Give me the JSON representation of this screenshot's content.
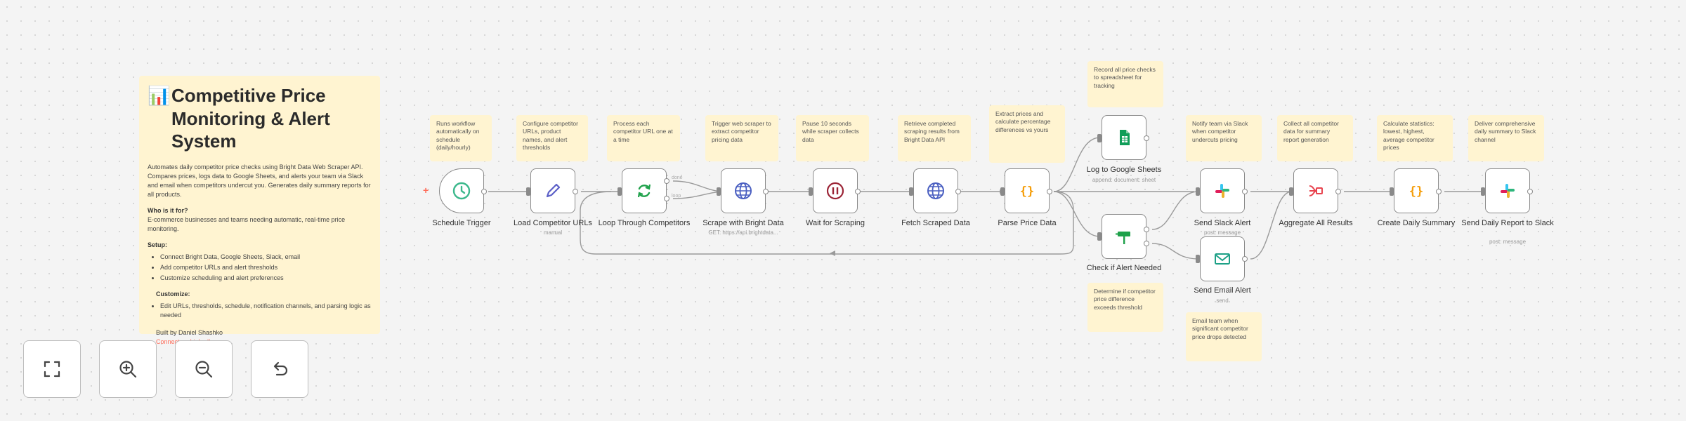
{
  "main_note": {
    "emoji": "📊",
    "title": "Competitive Price Monitoring & Alert System",
    "description": "Automates daily competitor price checks using Bright Data Web Scraper API. Compares prices, logs data to Google Sheets, and alerts your team via Slack and email when competitors undercut you. Generates daily summary reports for all products.",
    "who_heading": "Who is it for?",
    "who_text": "E-commerce businesses and teams needing automatic, real-time price monitoring.",
    "setup_heading": "Setup:",
    "setup_items": [
      "Connect Bright Data, Google Sheets, Slack, email",
      "Add competitor URLs and alert thresholds",
      "Customize scheduling and alert preferences"
    ],
    "customize_heading": "Customize:",
    "customize_items": [
      "Edit URLs, thresholds, schedule, notification channels, and parsing logic as needed"
    ],
    "author": "Built by Daniel Shashko",
    "author_link": "Connect on LinkedIn"
  },
  "notes": {
    "schedule": "Runs workflow automatically on schedule (daily/hourly)",
    "configure": "Configure competitor URLs, product names, and alert thresholds",
    "loop": "Process each competitor URL one at a time",
    "scrape": "Trigger web scraper to extract competitor pricing data",
    "wait": "Pause 10 seconds while scraper collects data",
    "fetch": "Retrieve completed scraping results from Bright Data API",
    "parse": "Extract prices and calculate percentage differences vs yours",
    "log": "Record all price checks to spreadsheet for tracking",
    "check": "Determine if competitor price difference exceeds threshold",
    "slack": "Notify team via Slack when competitor undercuts pricing",
    "email": "Email team when significant competitor price drops detected",
    "aggregate": "Collect all competitor data for summary report generation",
    "summary": "Calculate statistics: lowest, highest, average competitor prices",
    "report": "Deliver comprehensive daily summary to Slack channel"
  },
  "nodes": {
    "schedule": {
      "label": "Schedule Trigger",
      "icon": "clock-icon"
    },
    "configure": {
      "label": "Load Competitor URLs",
      "sub": "manual",
      "icon": "pencil-icon"
    },
    "loop": {
      "label": "Loop Through Competitors",
      "icon": "loop-icon"
    },
    "scrape": {
      "label": "Scrape with Bright Data",
      "sub": "GET: https://api.brightdata...",
      "icon": "globe-icon"
    },
    "wait": {
      "label": "Wait for Scraping",
      "icon": "pause-icon"
    },
    "fetch": {
      "label": "Fetch Scraped Data",
      "icon": "globe-icon"
    },
    "parse": {
      "label": "Parse Price Data",
      "icon": "code-icon"
    },
    "log": {
      "label": "Log to Google Sheets",
      "sub": "append: document: sheet",
      "icon": "google-sheets-icon"
    },
    "check": {
      "label": "Check if Alert Needed",
      "icon": "if-signpost-icon"
    },
    "slack": {
      "label": "Send Slack Alert",
      "sub": "post: message",
      "icon": "slack-icon"
    },
    "email": {
      "label": "Send Email Alert",
      "sub": "send",
      "icon": "email-icon"
    },
    "aggregate": {
      "label": "Aggregate All Results",
      "icon": "aggregate-icon"
    },
    "summary": {
      "label": "Create Daily Summary",
      "icon": "code-icon"
    },
    "report": {
      "label": "Send Daily Report to Slack",
      "sub": "post: message",
      "icon": "slack-icon"
    }
  },
  "branch_labels": {
    "loop_done": "done",
    "loop_loop": "loop"
  },
  "controls": {
    "fit": "fit-view-icon",
    "zoom_in": "zoom-in-icon",
    "zoom_out": "zoom-out-icon",
    "reset": "undo-icon"
  },
  "colors": {
    "sticky": "#fff4d1",
    "accent": "#ff6d5a",
    "node_border": "#8a8a8a",
    "wire": "#9a9a9a",
    "trigger_green": "#3cb88c",
    "globe_blue": "#4a5fc1",
    "code_orange": "#f59e0b",
    "sheets_green": "#0f9d58",
    "if_green": "#1ea14a"
  }
}
